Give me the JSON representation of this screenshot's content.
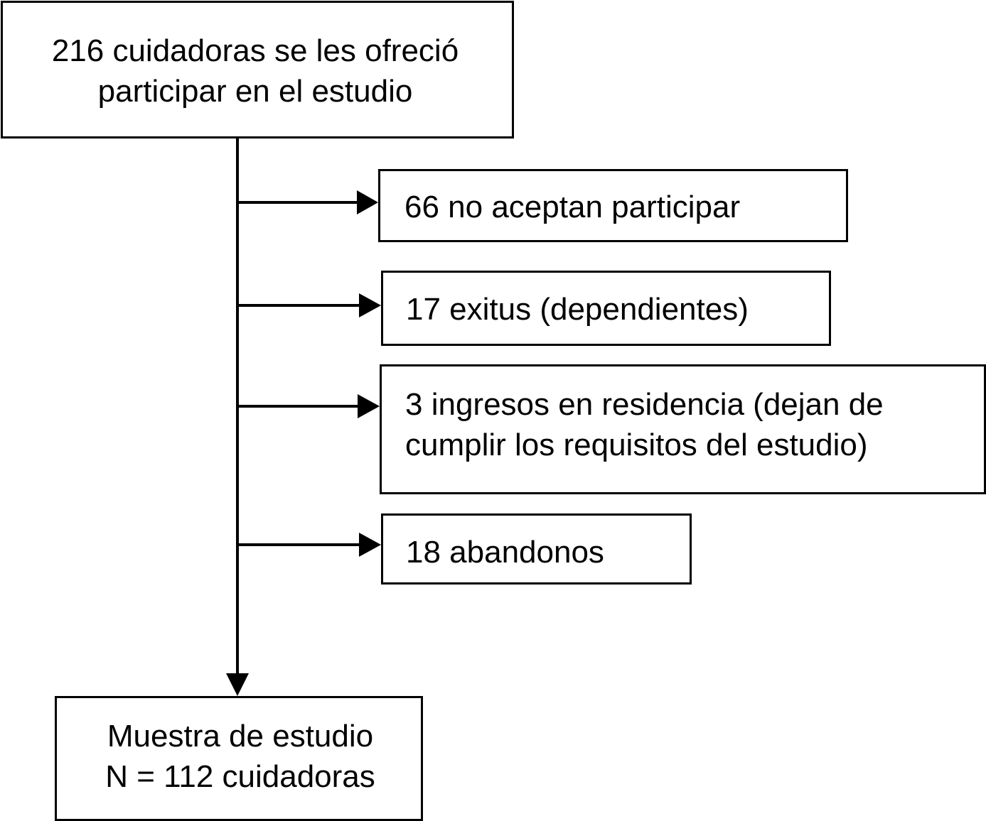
{
  "diagram": {
    "top_box": {
      "lines": [
        "216 cuidadoras se les ofreció",
        "participar en el estudio"
      ]
    },
    "exclusions": [
      {
        "lines": [
          "66 no aceptan participar"
        ]
      },
      {
        "lines": [
          "17 exitus (dependientes)"
        ]
      },
      {
        "lines": [
          "3 ingresos en residencia (dejan de",
          "cumplir los requisitos del estudio)"
        ]
      },
      {
        "lines": [
          "18 abandonos"
        ]
      }
    ],
    "bottom_box": {
      "lines": [
        "Muestra de estudio",
        "N = 112 cuidadoras"
      ]
    }
  }
}
